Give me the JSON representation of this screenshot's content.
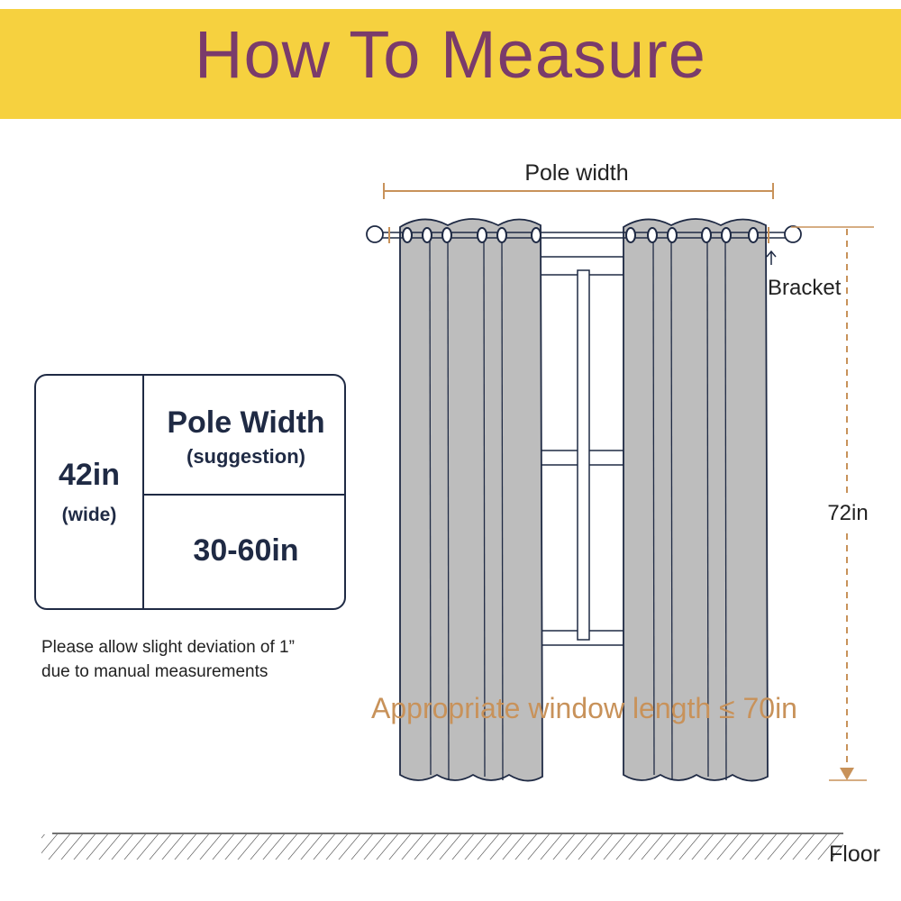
{
  "title": "How To Measure",
  "size_table": {
    "width_value": "42in",
    "width_unit": "(wide)",
    "pole_width_heading": "Pole Width",
    "pole_width_sub": "(suggestion)",
    "pole_width_range": "30-60in"
  },
  "note_line1": "Please allow slight deviation of 1”",
  "note_line2": "due to manual measurements",
  "labels": {
    "pole_width": "Pole width",
    "bracket": "Bracket",
    "length": "72in",
    "window_length": "Appropriate window length ≤ 70in",
    "floor": "Floor"
  },
  "colors": {
    "banner": "#f6d13f",
    "title": "#7a3b6b",
    "measure": "#c8925a",
    "curtain": "#bdbdbd",
    "outline": "#1f2a44"
  }
}
